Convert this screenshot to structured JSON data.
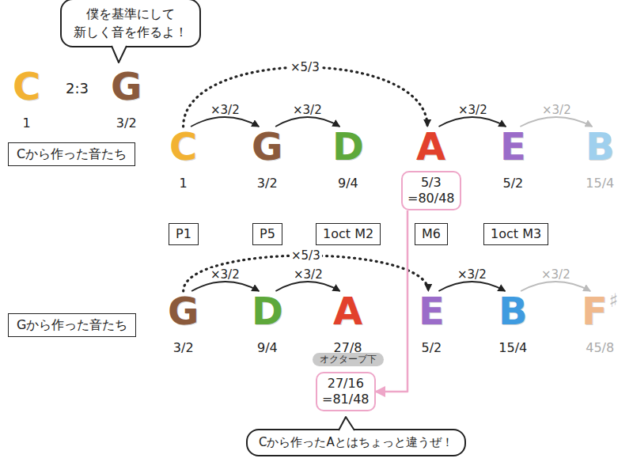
{
  "diagram": {
    "nodes": [
      {
        "text": [
          "僕を基準にして 新しく音を作るよ！"
        ]
      },
      {
        "text": [
          "C",
          "1"
        ]
      },
      {
        "text": [
          "G",
          "3/2"
        ]
      },
      {
        "text": [
          "Cから作った音たち"
        ]
      },
      {
        "text": [
          "C",
          "1"
        ]
      },
      {
        "text": [
          "G",
          "3/2"
        ]
      },
      {
        "text": [
          "D",
          "9/4"
        ]
      },
      {
        "text": [
          "A"
        ]
      },
      {
        "text": [
          "5/3 =80/48"
        ]
      },
      {
        "text": [
          "E",
          "5/2"
        ]
      },
      {
        "text": [
          "B",
          "15/4"
        ]
      },
      {
        "text": [
          "P1"
        ]
      },
      {
        "text": [
          "P5"
        ]
      },
      {
        "text": [
          "1oct M2"
        ]
      },
      {
        "text": [
          "M6"
        ]
      },
      {
        "text": [
          "1oct M3"
        ]
      },
      {
        "text": [
          "Gから作った音たち"
        ]
      },
      {
        "text": [
          "G",
          "3/2"
        ]
      },
      {
        "text": [
          "D",
          "9/4"
        ]
      },
      {
        "text": [
          "A",
          "27/8"
        ]
      },
      {
        "text": [
          "E",
          "5/2"
        ]
      },
      {
        "text": [
          "B",
          "15/4"
        ]
      },
      {
        "text": [
          "F",
          "♯",
          "45/8"
        ]
      },
      {
        "text": [
          "27/16 =81/48"
        ]
      },
      {
        "text": [
          "Cから作ったAとはちょっと違うぜ！"
        ]
      }
    ],
    "edges": [
      {
        "from": 4,
        "to": 5,
        "label": "×3/2",
        "arrow": "to"
      },
      {
        "from": 5,
        "to": 6,
        "label": "×3/2",
        "arrow": "to"
      },
      {
        "from": 4,
        "to": 7,
        "label": "×5/3",
        "arrow": "to"
      },
      {
        "from": 7,
        "to": 9,
        "label": "×3/2",
        "arrow": "to"
      },
      {
        "from": 9,
        "to": 10,
        "label": "×3/2",
        "arrow": "to"
      },
      {
        "from": 17,
        "to": 18,
        "label": "×3/2",
        "arrow": "to"
      },
      {
        "from": 18,
        "to": 19,
        "label": "×3/2",
        "arrow": "to"
      },
      {
        "from": 17,
        "to": 20,
        "label": "×5/3",
        "arrow": "to"
      },
      {
        "from": 20,
        "to": 21,
        "label": "×3/2",
        "arrow": "to"
      },
      {
        "from": 21,
        "to": 22,
        "label": "×3/2",
        "arrow": "to"
      },
      {
        "from": 8,
        "to": 23,
        "arrow": "to"
      }
    ],
    "labels": [
      "2:3",
      "オクターブ下"
    ]
  }
}
